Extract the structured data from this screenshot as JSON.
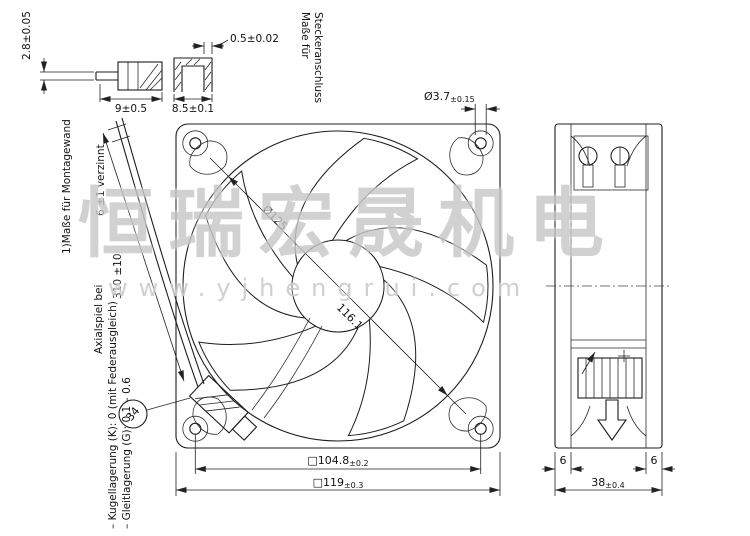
{
  "watermark": {
    "cn_text": "恒瑞宏晟机电",
    "url_text": "www.yjhengrui.com"
  },
  "connector_detail": {
    "title_line1": "Maße für",
    "title_line2": "Steckeranschluss",
    "dim_pin_height": "2.8±0.05",
    "dim_left_width": "9±0.5",
    "dim_wall": "0.5±0.02",
    "dim_right_width": "8.5±0.1"
  },
  "front_view": {
    "hole_dim": {
      "value": "Ø3.7",
      "tol": "±0.15"
    },
    "diag_outer": "Ø125",
    "diag_inner": "116.1",
    "mount_dim": {
      "value": "□104.8",
      "tol": "±0.2"
    },
    "outer_dim": {
      "value": "□119",
      "tol": "±0.3"
    },
    "note_mounting_wall": "1)Maße für Montagewand",
    "note_tinned": "6 ±1 verzinnt",
    "wire_length_dim": "310 ±10",
    "balloon_label": "34"
  },
  "side_view": {
    "depth_dim": {
      "value": "38",
      "tol": "±0.4"
    },
    "flange_left_dim": "6",
    "flange_right_dim": "6"
  },
  "axial_play_note": {
    "line1": "Axialspiel bei",
    "line2": "– Kugellagerung (K): 0 (mit Federausgleich)",
    "line3": "– Gleitlagerung (G): 0.1 – 0.6"
  }
}
